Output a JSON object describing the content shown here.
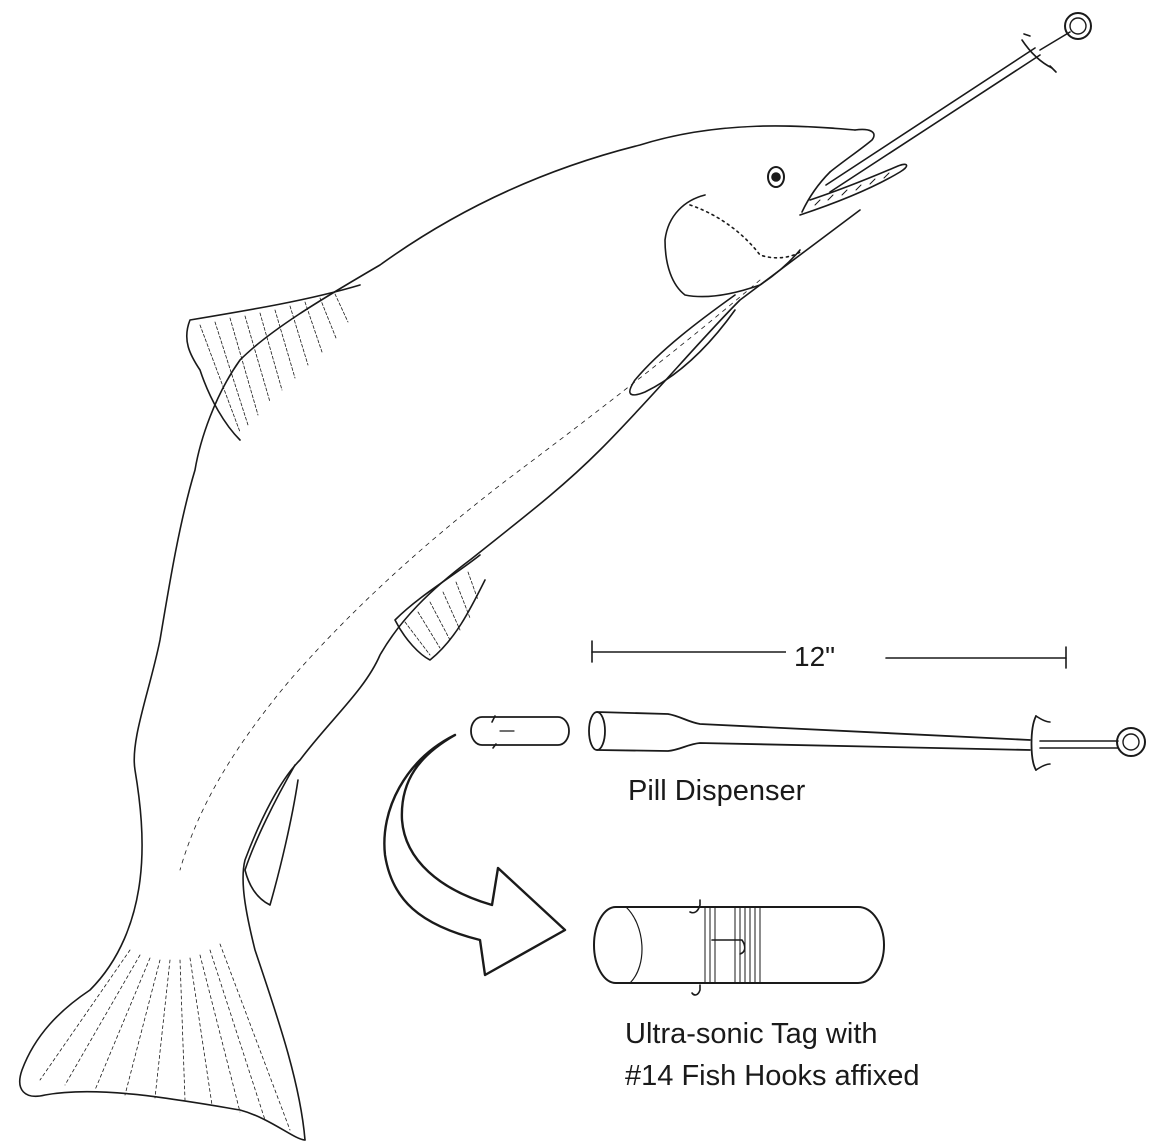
{
  "labels": {
    "scale": "12\"",
    "pill_dispenser": "Pill Dispenser",
    "tag_line1": "Ultra-sonic Tag with",
    "tag_line2": "#14 Fish Hooks affixed"
  },
  "colors": {
    "ink": "#1a1a1a",
    "paper": "#ffffff"
  }
}
